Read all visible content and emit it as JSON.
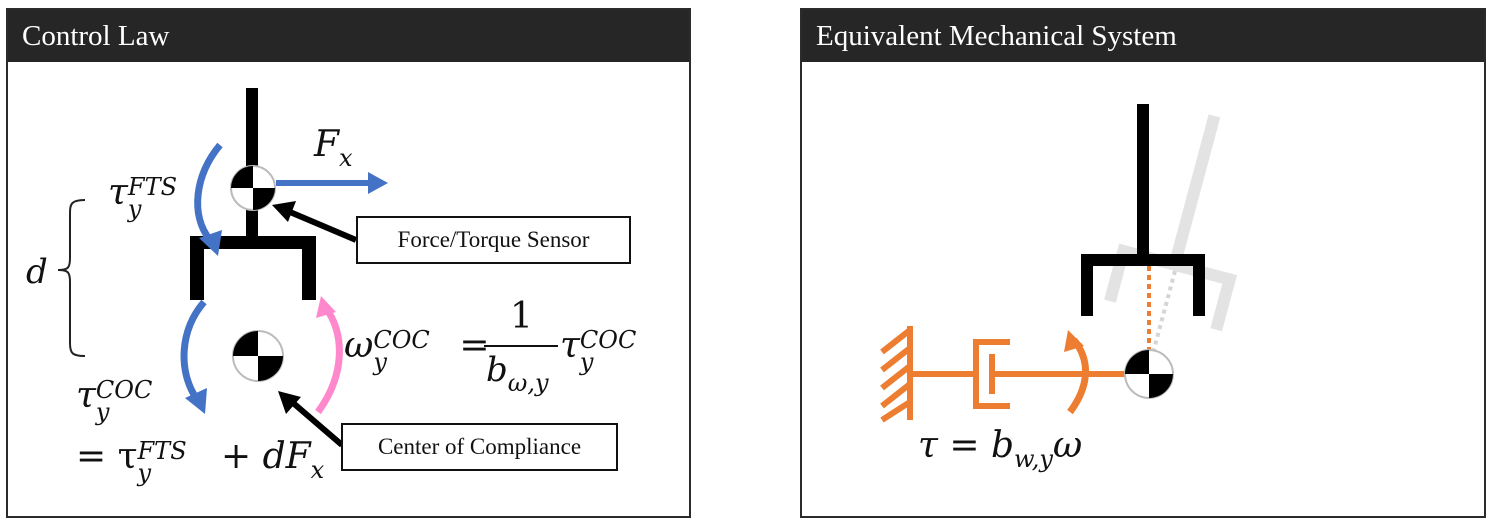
{
  "left_panel": {
    "title": "Control Law",
    "force_sensor_label": "Force/Torque Sensor",
    "compliance_label": "Center of Compliance",
    "fx_symbol": "F",
    "fx_sub": "x",
    "d_symbol": "d",
    "tau_fts": {
      "base": "τ",
      "sub": "y",
      "sup": "FTS"
    },
    "tau_coc": {
      "base": "τ",
      "sub": "y",
      "sup": "COC"
    },
    "torque_eq": {
      "prefix": "= τ",
      "sub": "y",
      "sup": "FTS",
      "suffix": " + dF",
      "suffix_sub": "x"
    },
    "omega_eq": {
      "base": "ω",
      "sub": "y",
      "sup": "COC",
      "eq": "=",
      "num": "1",
      "den": "b",
      "den_sub": "ω,y",
      "tail": "τ",
      "tail_sub": "y",
      "tail_sup": "COC"
    }
  },
  "right_panel": {
    "title": "Equivalent Mechanical System",
    "damper_eq": {
      "lhs": "τ = b",
      "sub": "w,y",
      "rhs": "ω"
    }
  },
  "colors": {
    "header_bg": "#262626",
    "blue_arrow": "#4472C4",
    "pink_arrow": "#FF88CC",
    "orange": "#ED7D31",
    "ghost_gray": "#E3E3E3"
  }
}
